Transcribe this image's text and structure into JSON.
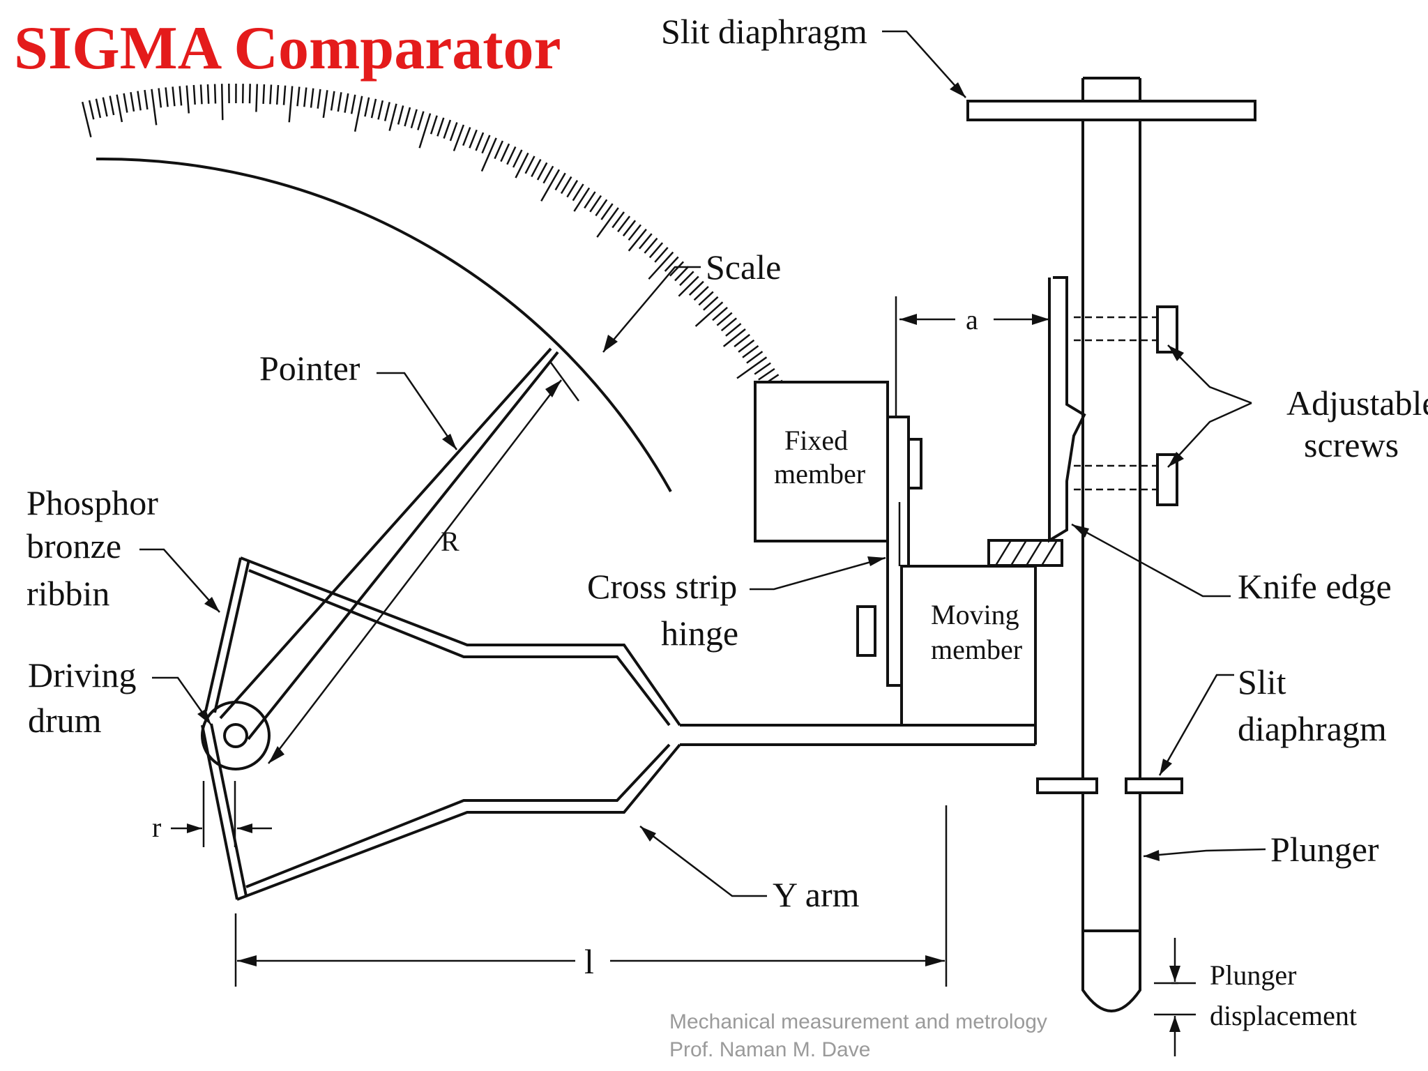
{
  "title": "SIGMA Comparator",
  "labels": {
    "slit_diaphragm_top": "Slit diaphragm",
    "scale": "Scale",
    "pointer": "Pointer",
    "phosphor_1": "Phosphor",
    "phosphor_2": "bronze",
    "phosphor_3": "ribbin",
    "driving_1": "Driving",
    "driving_2": "drum",
    "radius_R": "R",
    "radius_r": "r",
    "length_l": "l",
    "dim_a": "a",
    "fixed_1": "Fixed",
    "fixed_2": "member",
    "moving_1": "Moving",
    "moving_2": "member",
    "cross_1": "Cross strip",
    "cross_2": "hinge",
    "adjust_1": "Adjustable",
    "adjust_2": "screws",
    "knife_edge": "Knife edge",
    "slit_1": "Slit",
    "slit_2": "diaphragm",
    "plunger": "Plunger",
    "plunger_disp_1": "Plunger",
    "plunger_disp_2": "displacement",
    "y_arm": "Y arm"
  },
  "footer": {
    "line1": "Mechanical measurement and metrology",
    "line2": "Prof. Naman M. Dave"
  },
  "colors": {
    "title": "#e41b1b",
    "ink": "#111111",
    "footer": "#9a9a9a"
  }
}
